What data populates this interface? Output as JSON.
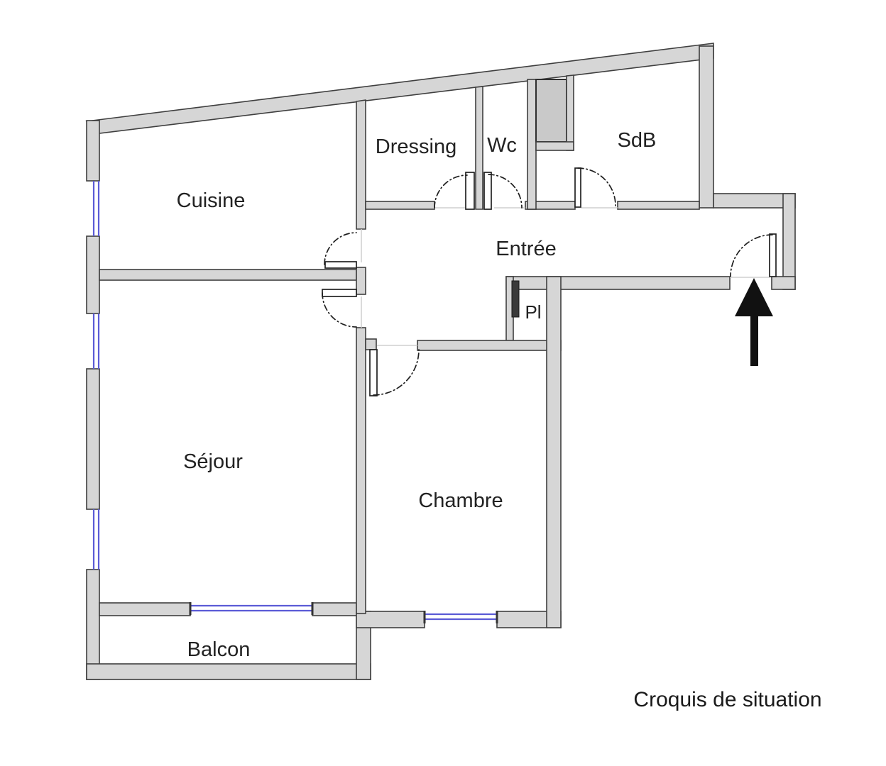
{
  "plan": {
    "caption": "Croquis de situation",
    "rooms": [
      {
        "id": "cuisine",
        "label": "Cuisine"
      },
      {
        "id": "dressing",
        "label": "Dressing"
      },
      {
        "id": "wc",
        "label": "Wc"
      },
      {
        "id": "sdb",
        "label": "SdB"
      },
      {
        "id": "entree",
        "label": "Entrée"
      },
      {
        "id": "pl",
        "label": "Pl"
      },
      {
        "id": "sejour",
        "label": "Séjour"
      },
      {
        "id": "chambre",
        "label": "Chambre"
      },
      {
        "id": "balcon",
        "label": "Balcon"
      }
    ],
    "entrance": {
      "arrow_direction": "up",
      "location": "bottom-right corridor door"
    },
    "colors": {
      "background": "#ffffff",
      "wall_fill": "#d6d6d6",
      "wall_outline": "#3f3f3f",
      "shaft_fill": "#c9c9c9",
      "window_blue": "#5b5bd6",
      "door_arc": "#1f1f1f",
      "arrow_black": "#111111",
      "label_text": "#222222"
    }
  }
}
